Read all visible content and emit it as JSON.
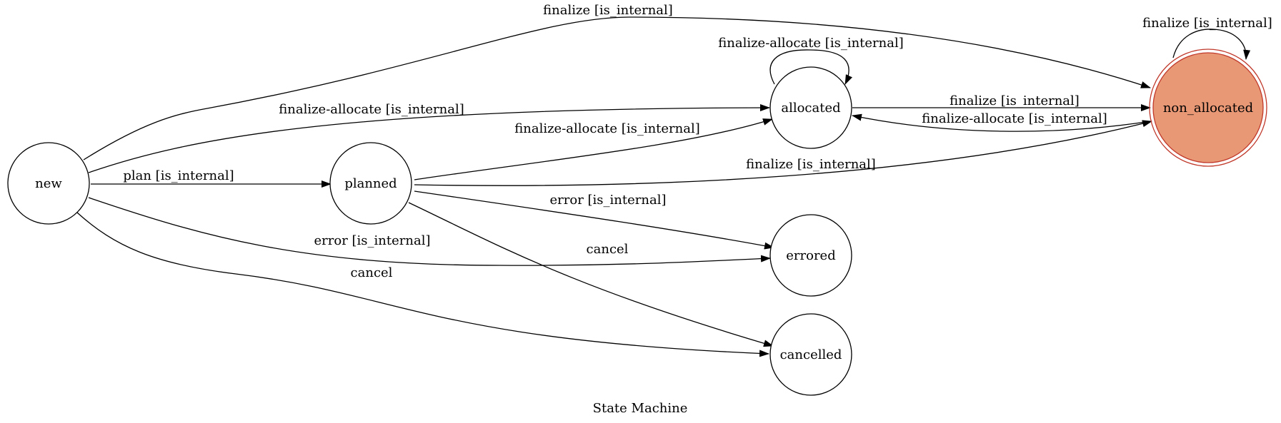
{
  "title": "State Machine",
  "colors": {
    "final_fill": "#e99876",
    "final_stroke": "#c0392b",
    "stroke": "#000000",
    "background": "#ffffff"
  },
  "states": {
    "new": "new",
    "planned": "planned",
    "allocated": "allocated",
    "non_allocated": "non_allocated",
    "errored": "errored",
    "cancelled": "cancelled"
  },
  "final_state": "non_allocated",
  "transitions": [
    {
      "from": "new",
      "to": "non_allocated",
      "label": "finalize [is_internal]"
    },
    {
      "from": "new",
      "to": "allocated",
      "label": "finalize-allocate [is_internal]"
    },
    {
      "from": "new",
      "to": "planned",
      "label": "plan [is_internal]"
    },
    {
      "from": "new",
      "to": "errored",
      "label": "error [is_internal]"
    },
    {
      "from": "new",
      "to": "cancelled",
      "label": "cancel"
    },
    {
      "from": "planned",
      "to": "allocated",
      "label": "finalize-allocate [is_internal]"
    },
    {
      "from": "planned",
      "to": "non_allocated",
      "label": "finalize [is_internal]"
    },
    {
      "from": "planned",
      "to": "errored",
      "label": "error [is_internal]"
    },
    {
      "from": "planned",
      "to": "cancelled",
      "label": "cancel"
    },
    {
      "from": "allocated",
      "to": "allocated",
      "label": "finalize-allocate [is_internal]"
    },
    {
      "from": "allocated",
      "to": "non_allocated",
      "label": "finalize [is_internal]"
    },
    {
      "from": "non_allocated",
      "to": "allocated",
      "label": "finalize-allocate [is_internal]"
    },
    {
      "from": "non_allocated",
      "to": "non_allocated",
      "label": "finalize [is_internal]"
    }
  ]
}
